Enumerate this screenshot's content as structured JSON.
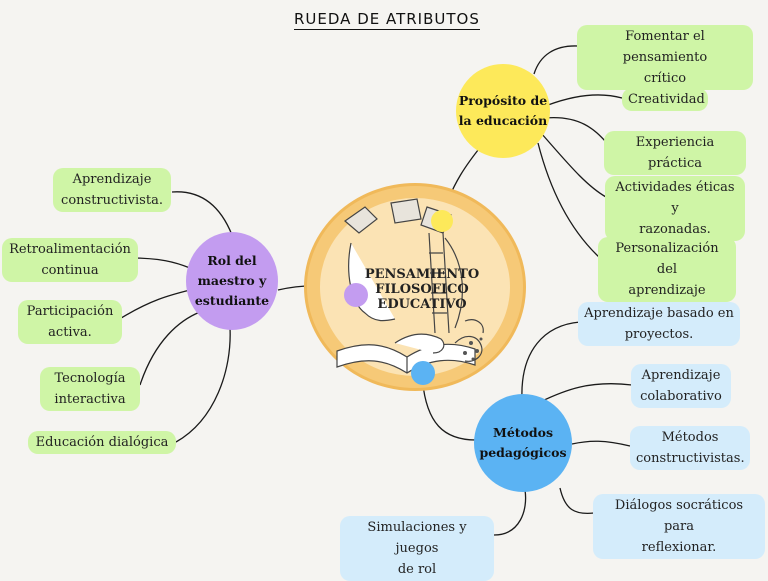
{
  "title": "RUEDA DE ATRIBUTOS",
  "center": {
    "lines": [
      "PENSAMIENTO",
      "FILOSOFICO",
      "EDUCATIVO"
    ]
  },
  "branches": {
    "proposito": {
      "hub": [
        "Propósito de",
        "la educación"
      ],
      "color": "#fde95a",
      "leaves": [
        [
          "Fomentar el pensamiento",
          "crítico"
        ],
        [
          "Creatividad"
        ],
        [
          "Experiencia práctica"
        ],
        [
          "Actividades éticas y",
          "razonadas."
        ],
        [
          "Personalización del",
          "aprendizaje"
        ]
      ]
    },
    "rol": {
      "hub": [
        "Rol del",
        "maestro y",
        "estudiante"
      ],
      "color": "#c39cf0",
      "leaves": [
        [
          "Aprendizaje",
          "constructivista."
        ],
        [
          "Retroalimentación",
          "continua"
        ],
        [
          "Participación",
          "activa."
        ],
        [
          "Tecnología",
          "interactiva"
        ],
        [
          "Educación dialógica"
        ]
      ]
    },
    "metodos": {
      "hub": [
        "Métodos",
        "pedagógicos"
      ],
      "color": "#5bb3f3",
      "leaves": [
        [
          "Aprendizaje basado en",
          "proyectos."
        ],
        [
          "Aprendizaje",
          "colaborativo"
        ],
        [
          "Métodos",
          "constructivistas."
        ],
        [
          "Diálogos socráticos para",
          "reflexionar."
        ],
        [
          "Simulaciones y juegos",
          "de rol"
        ]
      ]
    }
  },
  "colors": {
    "leaf_green": "#cff5a6",
    "leaf_blue": "#d4ecfb",
    "center_ring": "#f6c977",
    "center_inner": "#fbe3b4"
  }
}
